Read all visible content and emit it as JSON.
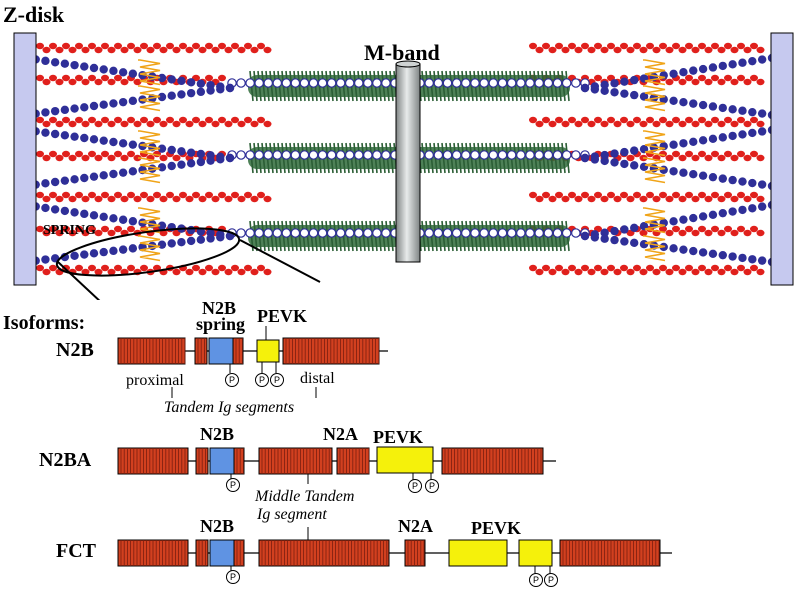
{
  "colors": {
    "actin": "#e0201c",
    "titin": "#2f2f98",
    "myosin": "#2f6b3a",
    "zdisk": "#c6c9ef",
    "ig": "#d2401f",
    "n2b_unique": "#5f93e3",
    "pevk": "#f5f10b",
    "mband": "#a9adad"
  },
  "sarcomere": {
    "zdisk_label": "Z-disk",
    "mband_label": "M-band",
    "spring_label": "SPRING"
  },
  "isoforms": {
    "heading": "Isoforms:",
    "phospho_label": "P",
    "n2b": {
      "name": "N2B",
      "spring_label_line1": "N2B",
      "spring_label_line2": "spring",
      "pevk_label": "PEVK",
      "proximal_label": "proximal",
      "distal_label": "distal",
      "tandem_label": "Tandem Ig segments"
    },
    "n2ba": {
      "name": "N2BA",
      "n2b_label": "N2B",
      "n2a_label": "N2A",
      "pevk_label": "PEVK",
      "middle_label_line1": "Middle Tandem",
      "middle_label_line2": "Ig segment"
    },
    "fct": {
      "name": "FCT",
      "n2b_label": "N2B",
      "n2a_label": "N2A",
      "pevk_label": "PEVK"
    }
  }
}
